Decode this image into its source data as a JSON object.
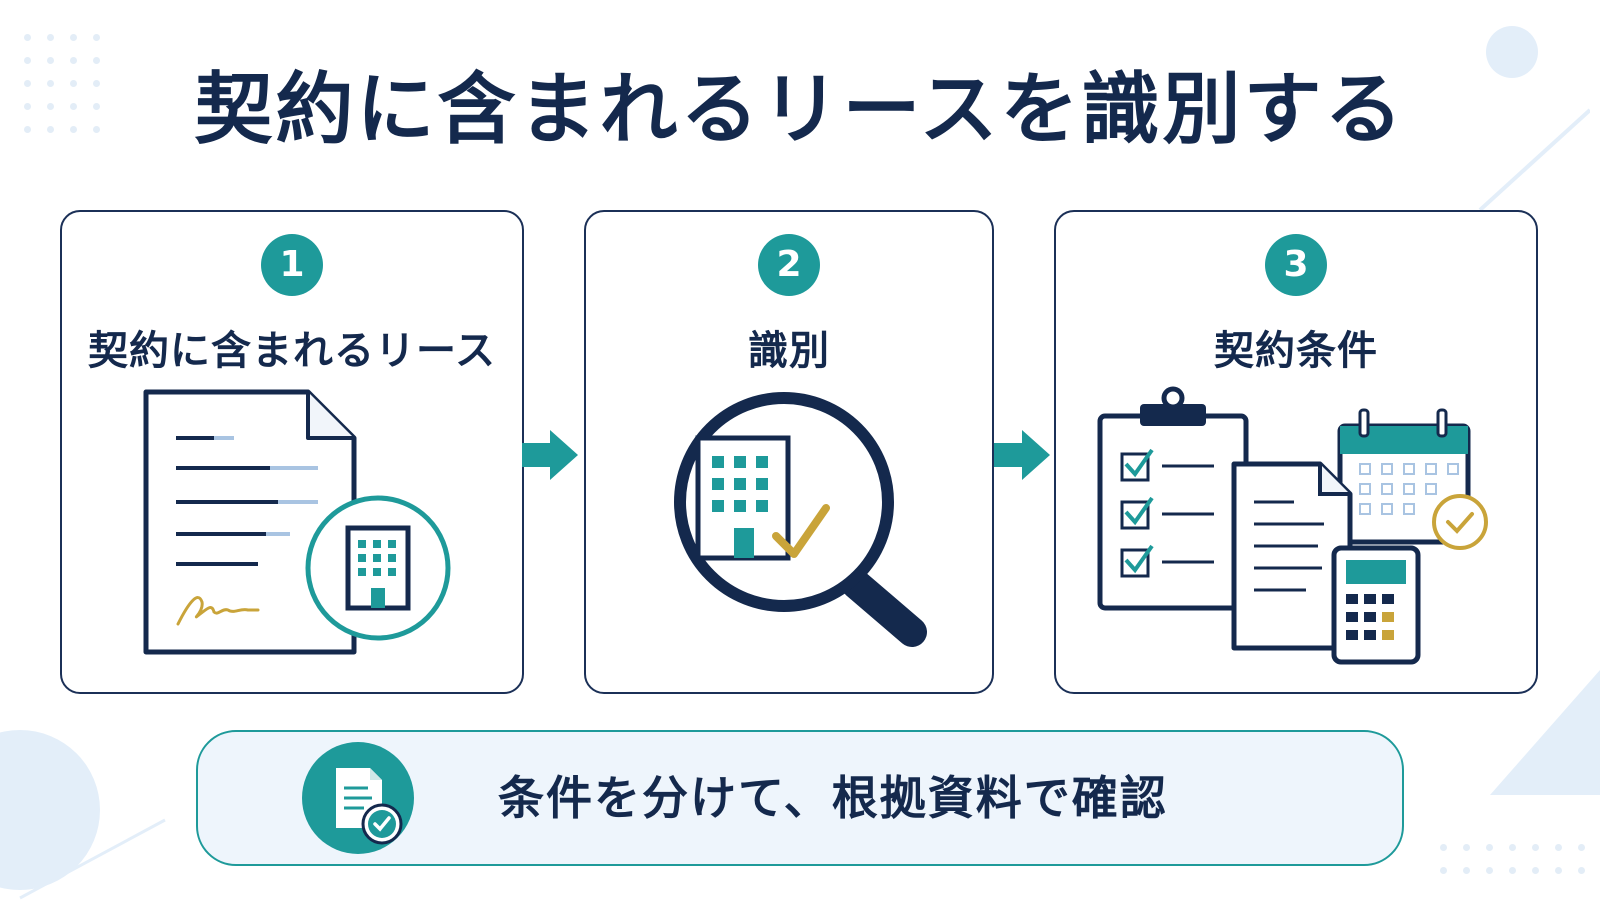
{
  "title": "契約に含まれるリースを識別する",
  "steps": [
    {
      "number": "1",
      "label": "契約に含まれるリース",
      "icon": "contract-document-building-icon"
    },
    {
      "number": "2",
      "label": "識別",
      "icon": "magnifier-building-check-icon"
    },
    {
      "number": "3",
      "label": "契約条件",
      "icon": "clipboard-calendar-calculator-icon"
    }
  ],
  "banner": {
    "text": "条件を分けて、根拠資料で確認",
    "icon": "document-check-icon"
  },
  "colors": {
    "navy": "#14294d",
    "teal": "#1e9a9a",
    "gold": "#c9a43a",
    "light_blue": "#eef5fc"
  }
}
